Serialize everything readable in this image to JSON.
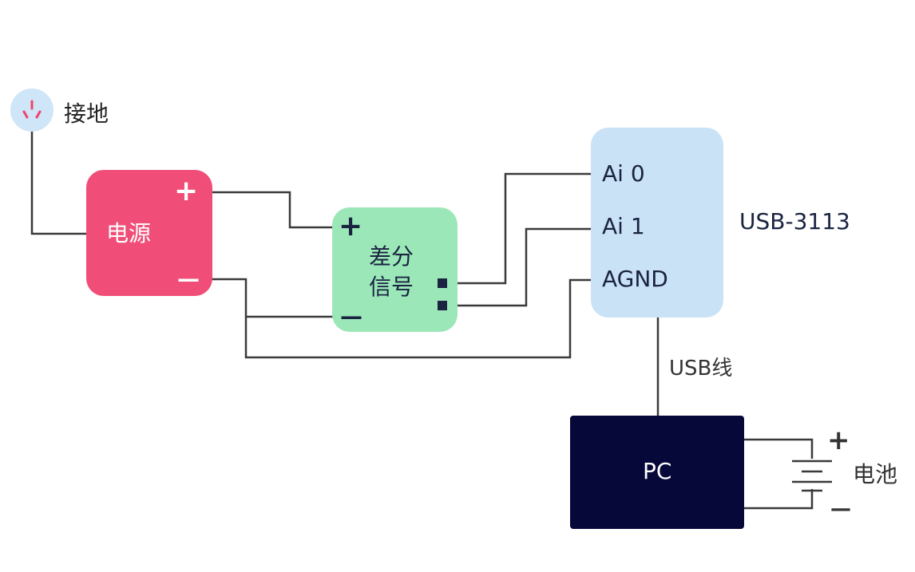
{
  "ground": {
    "label": "接地"
  },
  "power": {
    "label": "电源",
    "plus": "+",
    "minus": "—",
    "color": "#f04e78"
  },
  "signal": {
    "label_line1": "差分",
    "label_line2": "信号",
    "plus": "+",
    "minus": "—",
    "color": "#9be7b8"
  },
  "daq": {
    "name": "USB-3113",
    "pins": [
      "Ai 0",
      "Ai 1",
      "AGND"
    ],
    "color": "#c9e2f6"
  },
  "usb_cable": {
    "label": "USB线"
  },
  "pc": {
    "label": "PC",
    "color": "#07083a"
  },
  "battery": {
    "label": "电池",
    "plus": "+",
    "minus": "—"
  }
}
